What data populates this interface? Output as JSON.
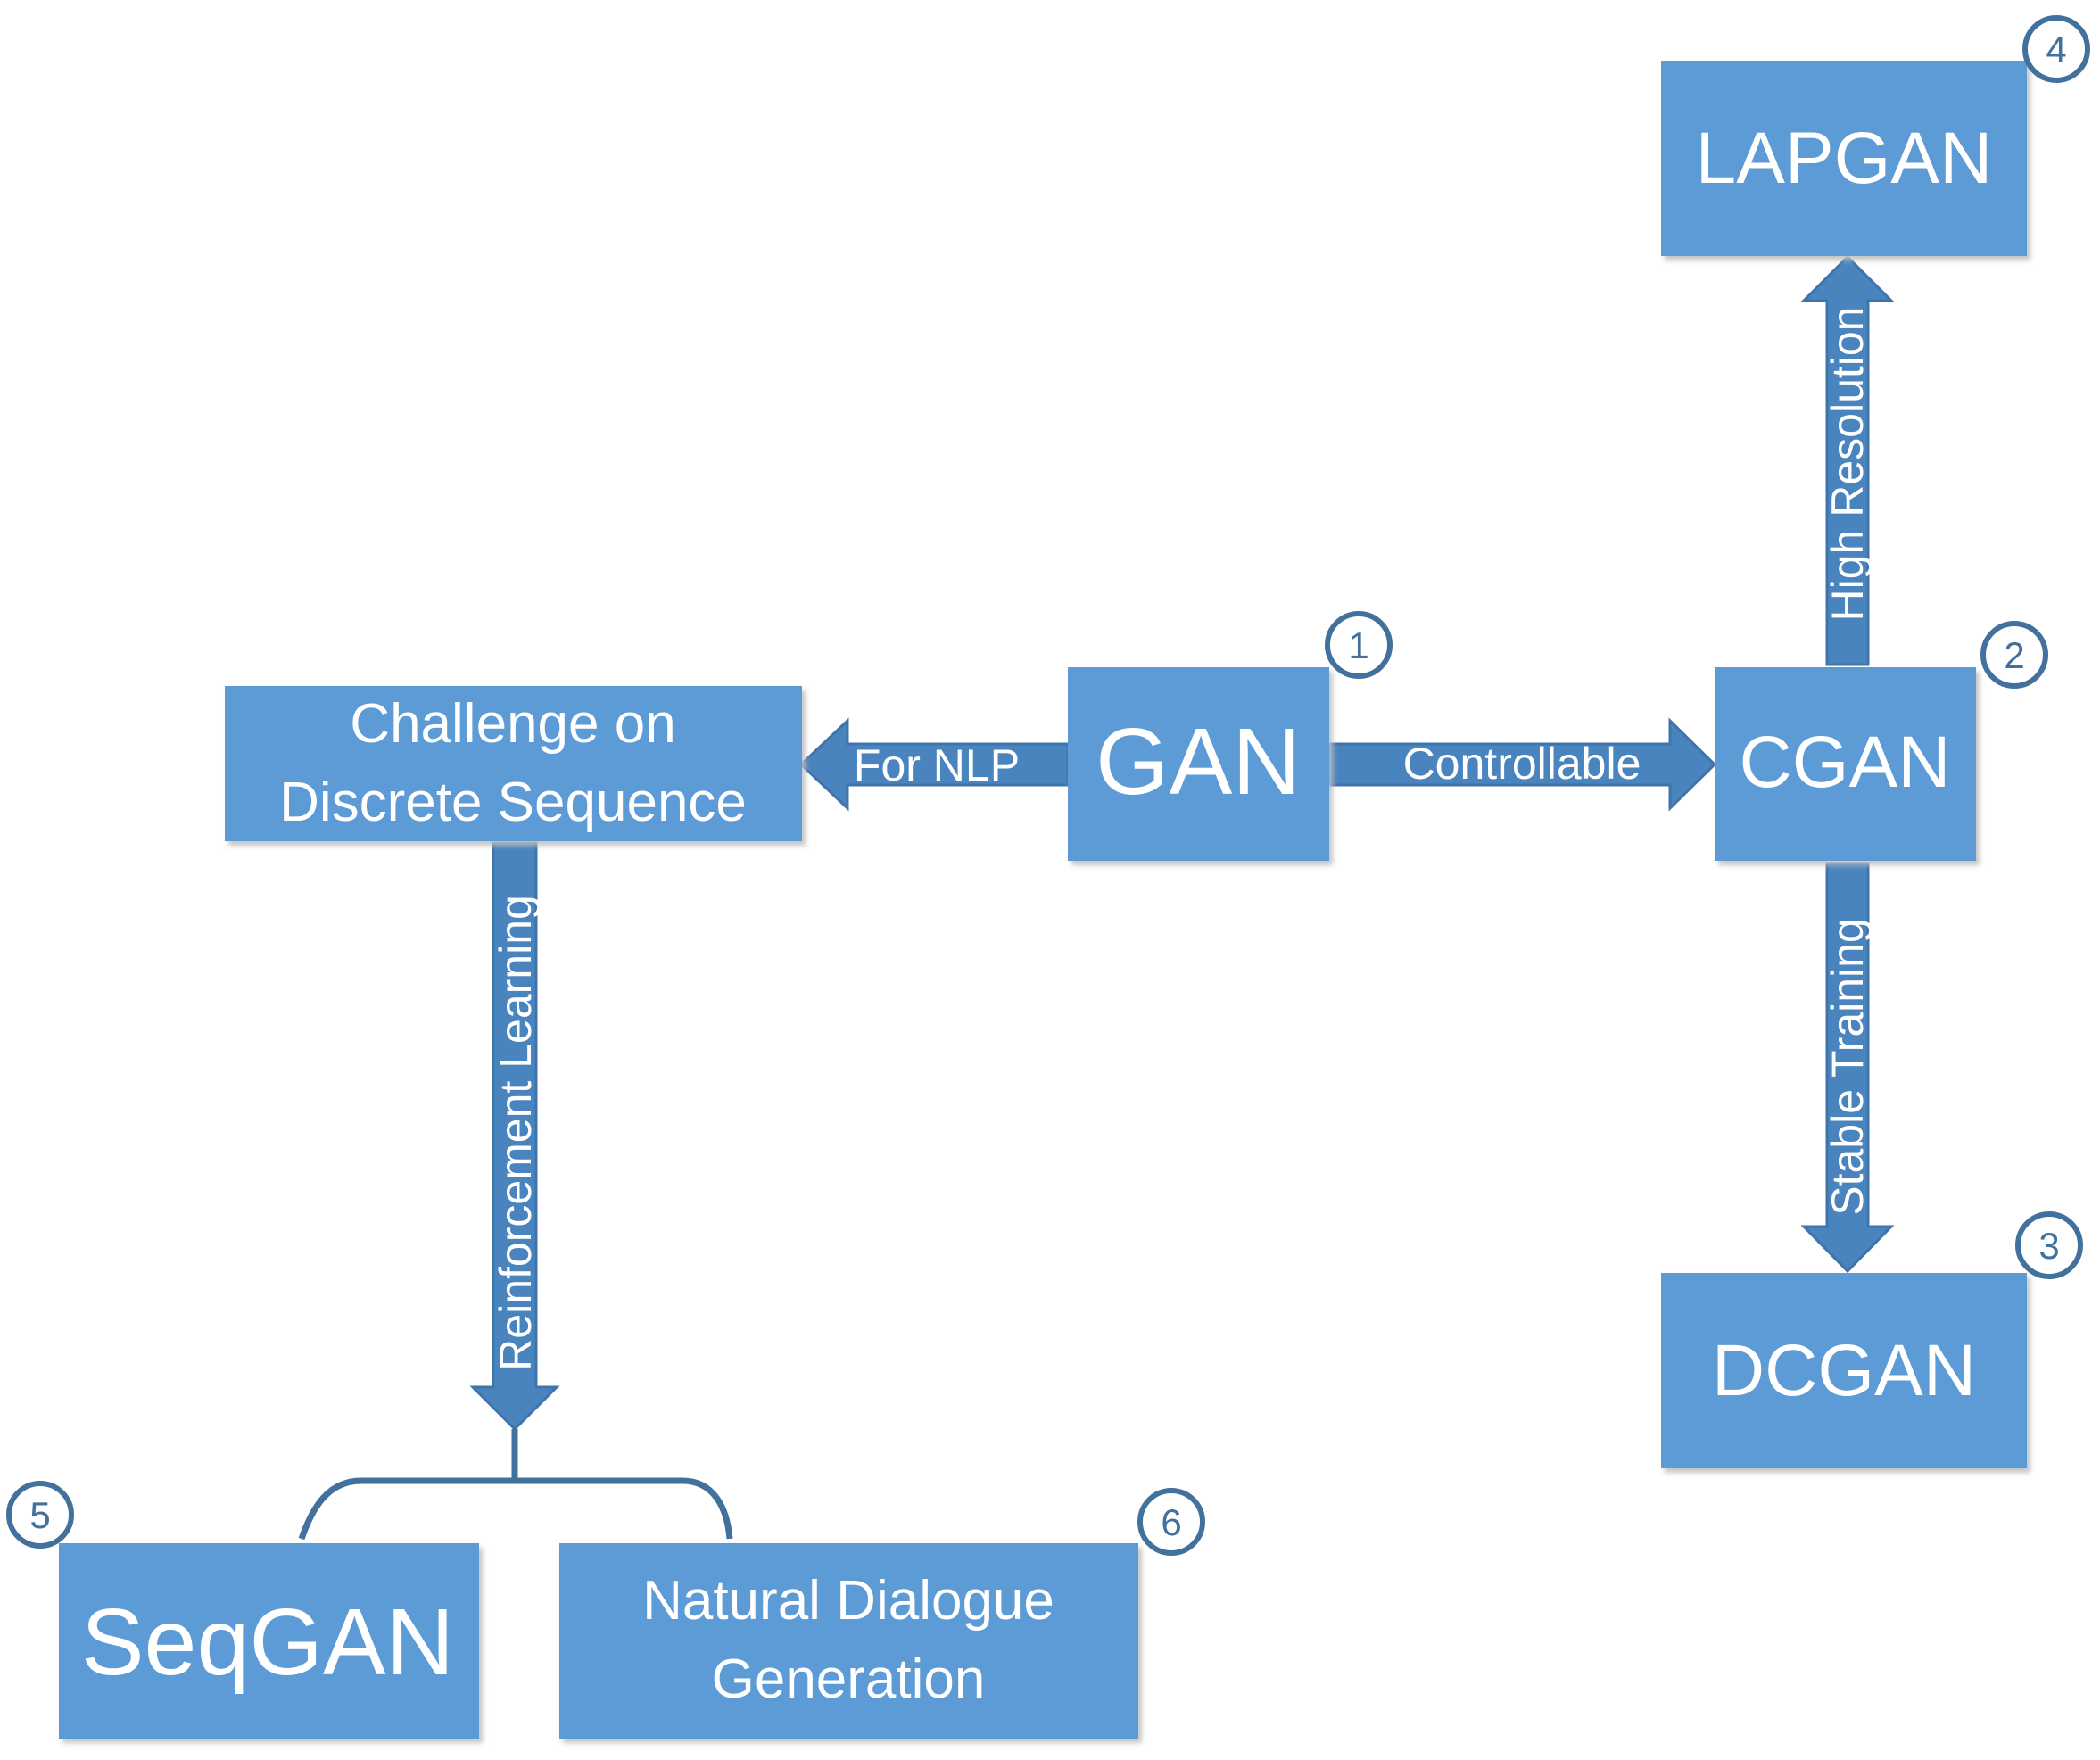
{
  "colors": {
    "box_fill": "#5b9bd5",
    "box_shadow": "#c9c9c9",
    "arrow_fill": "#4a84be",
    "arrow_stroke": "#3f74aa",
    "text": "#ffffff",
    "badge_ring": "#41719c",
    "bracket": "#41719c"
  },
  "nodes": {
    "gan": {
      "label": "GAN",
      "badge": "1"
    },
    "cgan": {
      "label": "CGAN",
      "badge": "2"
    },
    "dcgan": {
      "label": "DCGAN",
      "badge": "3"
    },
    "lapgan": {
      "label": "LAPGAN",
      "badge": "4"
    },
    "seqgan": {
      "label": "SeqGAN",
      "badge": "5"
    },
    "nlg": {
      "line1": "Natural Dialogue",
      "line2": "Generation",
      "badge": "6"
    },
    "challenge": {
      "line1": "Challenge on",
      "line2": "Discrete Sequence"
    }
  },
  "edges": {
    "for_nlp": "For NLP",
    "controllable": "Controllable",
    "high_resolution": "High Resolution",
    "stable_training": "Stable Training",
    "reinforcement_learning": "Reinforcement Learning"
  }
}
